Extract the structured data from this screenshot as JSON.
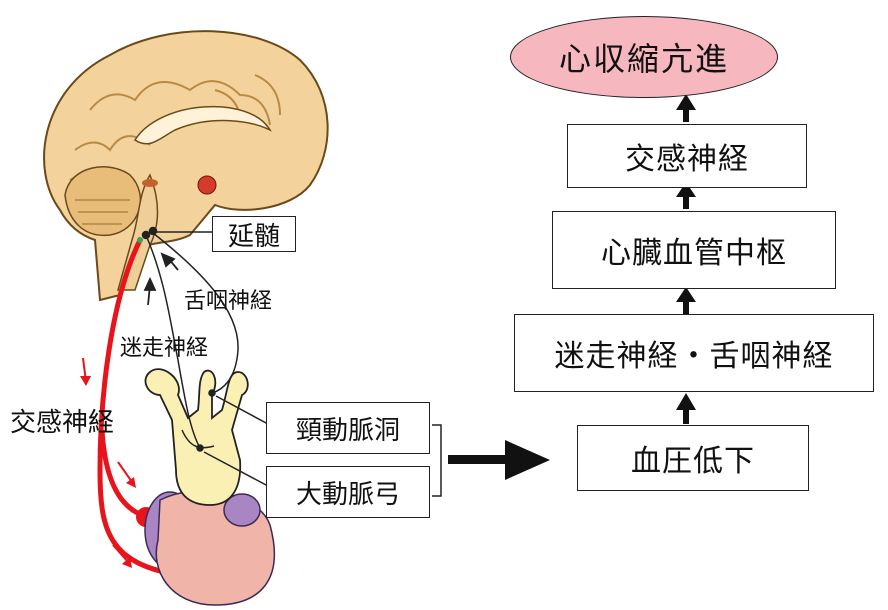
{
  "flow": {
    "result": "心収縮亢進",
    "sympathetic": "交感神経",
    "center": "心臓血管中枢",
    "nerves": "迷走神経・舌咽神経",
    "bp_drop": "血圧低下"
  },
  "anatomy": {
    "medulla": "延髄",
    "glossopharyngeal": "舌咽神経",
    "vagus": "迷走神経",
    "sympathetic": "交感神経",
    "carotid_sinus": "頸動脈洞",
    "aortic_arch": "大動脈弓"
  },
  "colors": {
    "nerve_red": "#e8141b",
    "result_fill": "#f6b7be",
    "brain": "#f3d29c",
    "heart": "#f0b4a8",
    "vessel": "#fbf0b4",
    "purple": "#a985c4"
  },
  "icons": [
    "brain-illustration",
    "heart-illustration",
    "arrow-up-icon",
    "arrow-right-icon"
  ]
}
